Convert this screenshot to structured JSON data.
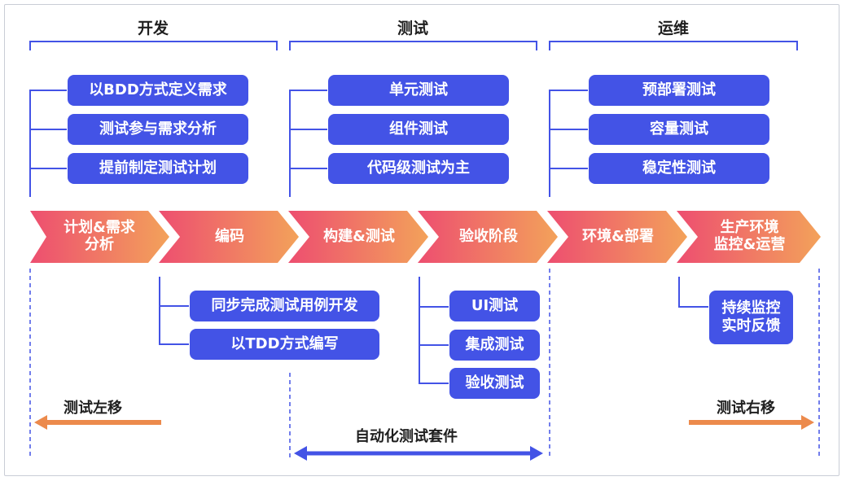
{
  "phases": {
    "dev": "开发",
    "test": "测试",
    "ops": "运维"
  },
  "top_boxes": {
    "dev": [
      "以BDD方式定义需求",
      "测试参与需求分析",
      "提前制定测试计划"
    ],
    "test": [
      "单元测试",
      "组件测试",
      "代码级测试为主"
    ],
    "ops": [
      "预部署测试",
      "容量测试",
      "稳定性测试"
    ]
  },
  "stages": [
    "计划&需求\n分析",
    "编码",
    "构建&测试",
    "验收阶段",
    "环境&部署",
    "生产环境\n监控&运营"
  ],
  "bottom_boxes": {
    "coding": [
      "同步完成测试用例开发",
      "以TDD方式编写"
    ],
    "acceptance": [
      "UI测试",
      "集成测试",
      "验收测试"
    ],
    "production": "持续监控\n实时反馈"
  },
  "arrows": {
    "left": "测试左移",
    "right": "测试右移",
    "automation": "自动化测试套件"
  },
  "colors": {
    "box_blue": "#4353e6",
    "gradient_start": "#ed4e70",
    "gradient_end": "#f3a25a",
    "orange_arrow": "#ec8a4c",
    "bracket_blue": "#4353e6"
  }
}
